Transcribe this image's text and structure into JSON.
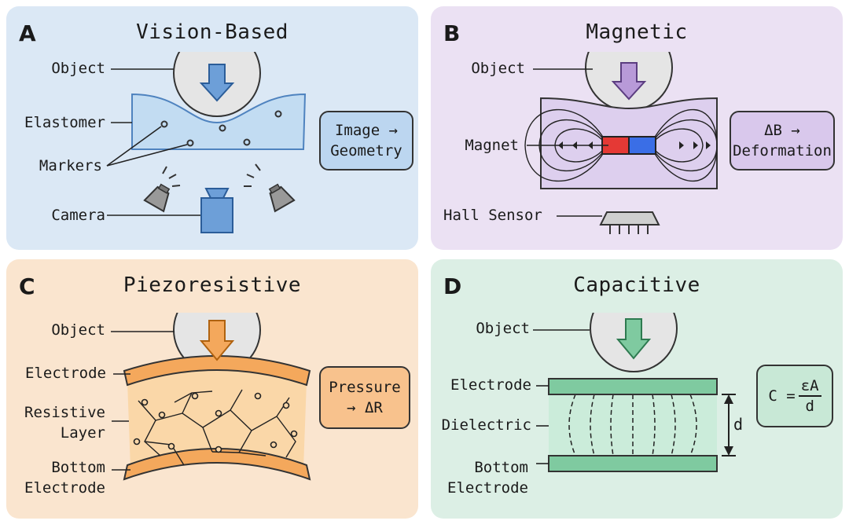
{
  "panels": {
    "a": {
      "letter": "A",
      "title": "Vision-Based",
      "labels": {
        "object": "Object",
        "elastomer": "Elastomer",
        "markers": "Markers",
        "camera": "Camera"
      },
      "box": [
        "Image →",
        "Geometry"
      ],
      "colors": {
        "bg": "#dbe8f5",
        "fill": "#c2dcf2",
        "accent": "#6d9fd8",
        "box": "#bcd6f0"
      }
    },
    "b": {
      "letter": "B",
      "title": "Magnetic",
      "labels": {
        "object": "Object",
        "magnet": "Magnet",
        "hall_sensor": "Hall Sensor"
      },
      "box": [
        "ΔB →",
        "Deformation"
      ],
      "colors": {
        "bg": "#ebe1f3",
        "fill": "#ddcfee",
        "accent": "#b89ad8",
        "box": "#d9c8ec",
        "magnet_n": "#e53935",
        "magnet_s": "#3a6ee6"
      }
    },
    "c": {
      "letter": "C",
      "title": "Piezoresistive",
      "labels": {
        "object": "Object",
        "electrode": "Electrode",
        "resistive_layer": [
          "Resistive",
          "Layer"
        ],
        "bottom_electrode": [
          "Bottom",
          "Electrode"
        ]
      },
      "box": [
        "Pressure",
        "→ ΔR"
      ],
      "colors": {
        "bg": "#fae5cf",
        "fill": "#fad7a8",
        "accent": "#f4a85c",
        "box": "#f8c28d"
      }
    },
    "d": {
      "letter": "D",
      "title": "Capacitive",
      "labels": {
        "object": "Object",
        "electrode": "Electrode",
        "dielectric": "Dielectric",
        "bottom_electrode": [
          "Bottom",
          "Electrode"
        ],
        "gap": "d"
      },
      "formula": {
        "lhs": "C =",
        "num": "εA",
        "den": "d"
      },
      "colors": {
        "bg": "#dcefe5",
        "fill": "#c9ebd8",
        "accent": "#7fcaa0",
        "box": "#c8e8d6"
      }
    }
  }
}
